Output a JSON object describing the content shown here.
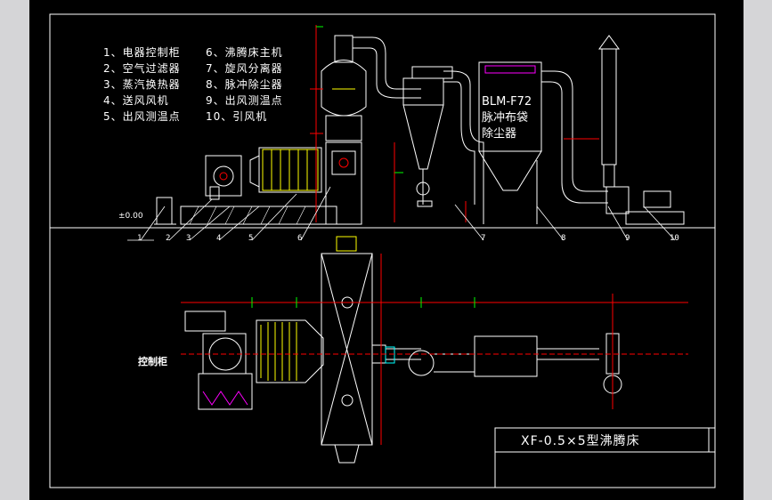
{
  "legend": [
    {
      "id": "1",
      "label": "1、电器控制柜"
    },
    {
      "id": "2",
      "label": "2、空气过滤器"
    },
    {
      "id": "3",
      "label": "3、蒸汽换热器"
    },
    {
      "id": "4",
      "label": "4、送风风机"
    },
    {
      "id": "5",
      "label": "5、出风测温点"
    },
    {
      "id": "6",
      "label": "6、沸腾床主机"
    },
    {
      "id": "7",
      "label": "7、旋风分离器"
    },
    {
      "id": "8",
      "label": "8、脉冲除尘器"
    },
    {
      "id": "9",
      "label": "9、出风测温点"
    },
    {
      "id": "10",
      "label": "10、引风机"
    }
  ],
  "level_marker": "±0.00",
  "baghouse_label": {
    "line1": "BLM-F72",
    "line2": "脉冲布袋",
    "line3": "除尘器"
  },
  "control_cabinet_label": "控制柜",
  "callouts": [
    "1",
    "2",
    "3",
    "4",
    "5",
    "6",
    "7",
    "8",
    "9",
    "10"
  ],
  "title_block": {
    "title": "XF-0.5×5型沸腾床"
  },
  "colors": {
    "background": "#000000",
    "outline": "#ffffff",
    "dimension": "#ff0000",
    "accent_yellow": "#ffff00",
    "accent_magenta": "#ff00ff",
    "accent_green": "#00ff00",
    "accent_cyan": "#00ffff"
  }
}
